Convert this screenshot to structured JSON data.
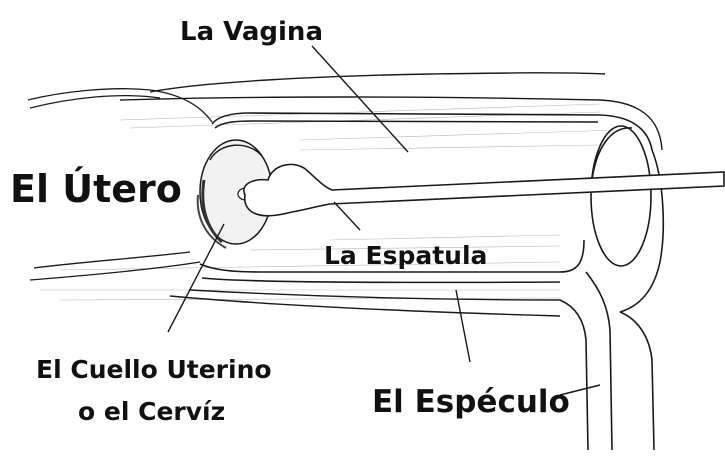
{
  "labels": {
    "vagina": "La Vagina",
    "utero": "El Útero",
    "espatula": "La Espatula",
    "cuello_line1": "El Cuello Uterino",
    "cuello_line2": "o el Cervíz",
    "especulo": "El Espéculo"
  },
  "colors": {
    "ink": "#1a1a1a",
    "shade": "#555555",
    "background": "#ffffff"
  }
}
